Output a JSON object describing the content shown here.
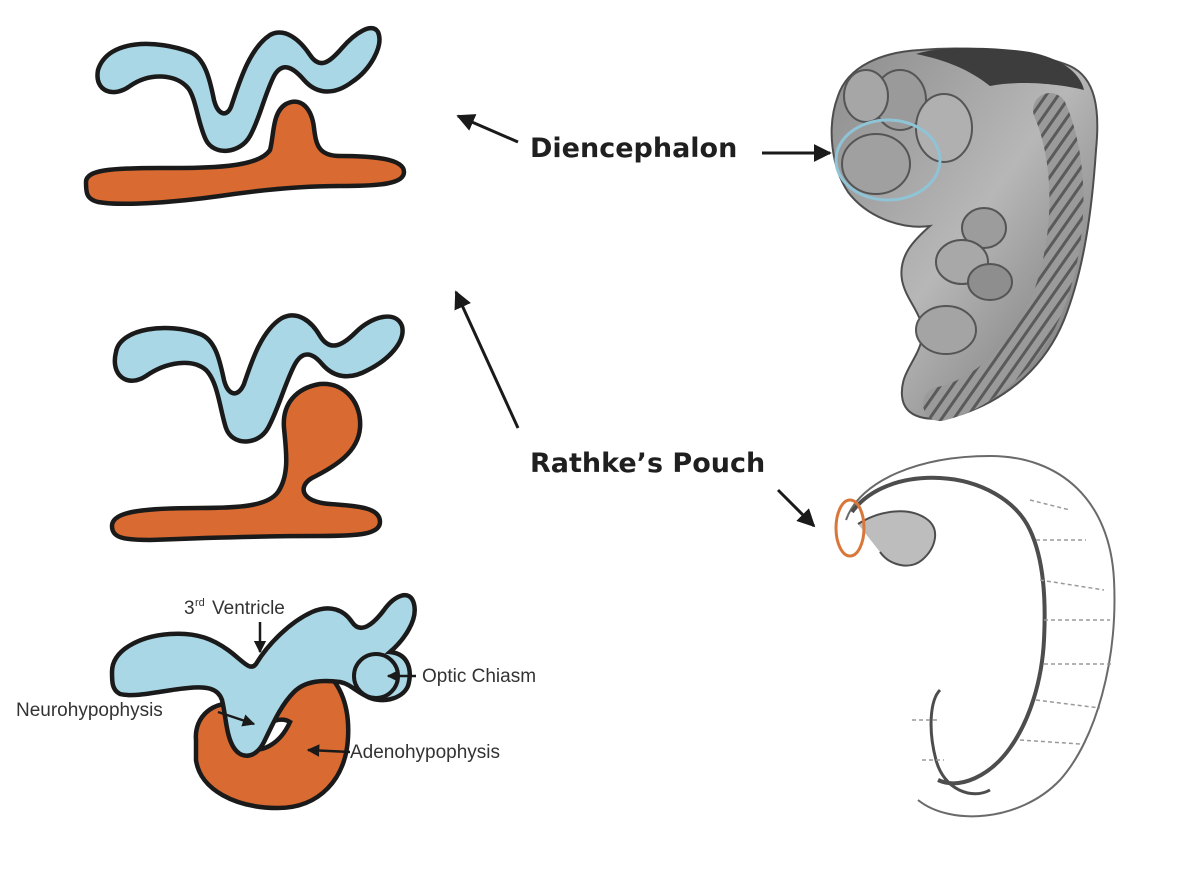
{
  "labels": {
    "diencephalon": "Diencephalon",
    "rathkes_pouch": "Rathke’s Pouch",
    "third_ventricle_num": "3",
    "third_ventricle_sup": "rd",
    "third_ventricle_word": "Ventricle",
    "optic_chiasm": "Optic Chiasm",
    "neurohypophysis": "Neurohypophysis",
    "adenohypophysis": "Adenohypophysis"
  },
  "colors": {
    "neural_tissue": "#a9d7e6",
    "oral_ectoderm": "#d86a32",
    "outline": "#1a1a1a",
    "diencephalon_circle": "#8fc3d6",
    "rathke_circle": "#d9773a"
  }
}
